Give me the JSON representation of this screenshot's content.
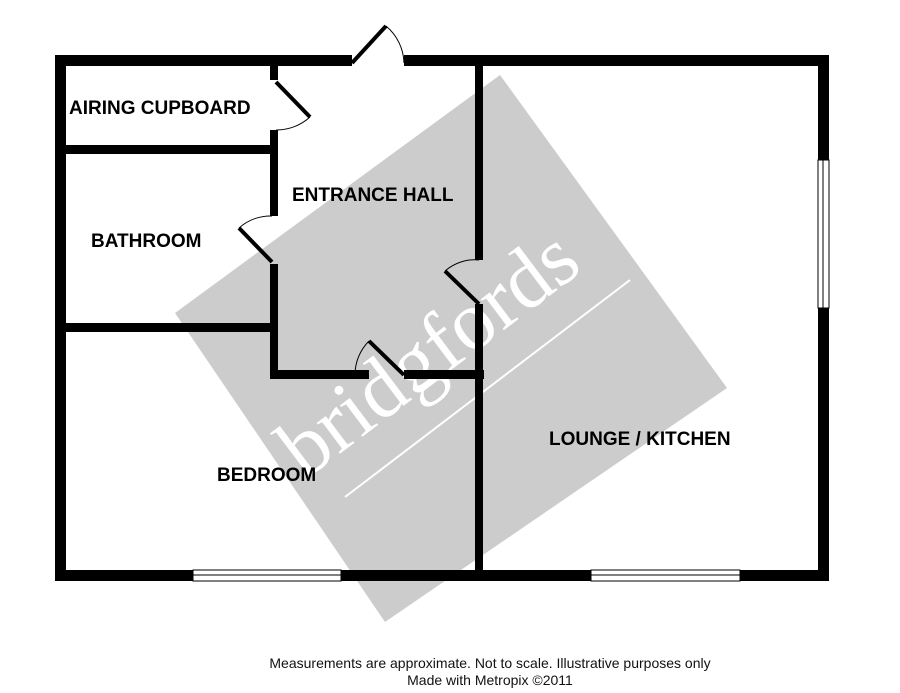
{
  "rooms": {
    "airing_cupboard": "AIRING CUPBOARD",
    "entrance_hall": "ENTRANCE HALL",
    "bathroom": "BATHROOM",
    "bedroom": "BEDROOM",
    "lounge_kitchen": "LOUNGE / KITCHEN"
  },
  "watermark": {
    "text": "bridgfords",
    "color": "#cccccc"
  },
  "footer": {
    "line1": "Measurements are approximate.  Not to scale.  Illustrative purposes only",
    "line2": "Made with Metropix ©2011"
  },
  "colors": {
    "wall": "#000000",
    "background": "#ffffff"
  }
}
